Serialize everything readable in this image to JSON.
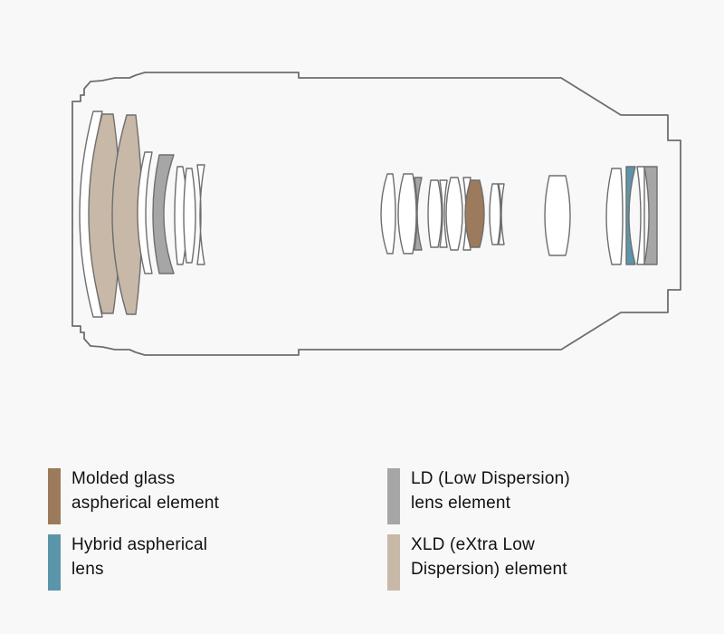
{
  "colors": {
    "background": "#f8f8f8",
    "outline": "#6e6e6e",
    "molded_glass": "#9c7a5c",
    "hybrid": "#5b95a9",
    "ld": "#a6a6a6",
    "xld": "#c8b8a8",
    "clear": "#ffffff"
  },
  "legend": [
    {
      "key": "molded",
      "label": "Molded glass\naspherical element",
      "color": "#9c7a5c"
    },
    {
      "key": "ld",
      "label": "LD (Low Dispersion)\nlens element",
      "color": "#a6a6a6"
    },
    {
      "key": "hybrid",
      "label": "Hybrid aspherical\nlens",
      "color": "#5b95a9"
    },
    {
      "key": "xld",
      "label": "XLD (eXtra Low\nDispersion) element",
      "color": "#c8b8a8"
    }
  ],
  "elements": [
    {
      "group": "front",
      "type": "clear"
    },
    {
      "group": "front",
      "type": "xld"
    },
    {
      "group": "front",
      "type": "xld"
    },
    {
      "group": "second",
      "type": "clear"
    },
    {
      "group": "second",
      "type": "ld"
    },
    {
      "group": "second",
      "type": "clear"
    },
    {
      "group": "second",
      "type": "clear"
    },
    {
      "group": "second",
      "type": "clear"
    },
    {
      "group": "middle",
      "type": "clear"
    },
    {
      "group": "middle",
      "type": "clear"
    },
    {
      "group": "middle",
      "type": "ld"
    },
    {
      "group": "middle",
      "type": "clear"
    },
    {
      "group": "middle",
      "type": "clear"
    },
    {
      "group": "middle",
      "type": "clear"
    },
    {
      "group": "middle",
      "type": "clear"
    },
    {
      "group": "middle",
      "type": "molded"
    },
    {
      "group": "middle",
      "type": "clear"
    },
    {
      "group": "middle",
      "type": "clear"
    },
    {
      "group": "middle",
      "type": "clear"
    },
    {
      "group": "rear",
      "type": "clear"
    },
    {
      "group": "rear",
      "type": "hybrid"
    },
    {
      "group": "rear",
      "type": "clear"
    },
    {
      "group": "rear",
      "type": "ld"
    }
  ]
}
